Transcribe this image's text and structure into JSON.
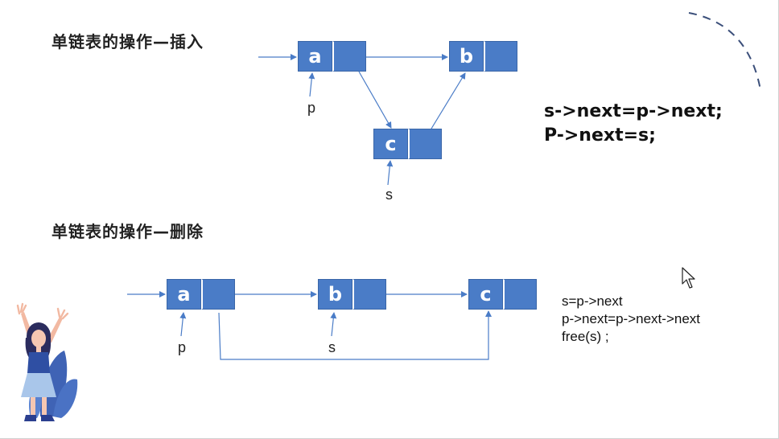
{
  "insert": {
    "title": "单链表的操作—插入",
    "nodes": {
      "a": "a",
      "b": "b",
      "c": "c"
    },
    "labels": {
      "p": "p",
      "s": "s"
    },
    "code": [
      "s->next=p->next;",
      "P->next=s;"
    ]
  },
  "delete": {
    "title": "单链表的操作—删除",
    "nodes": {
      "a": "a",
      "b": "b",
      "c": "c"
    },
    "labels": {
      "p": "p",
      "s": "s"
    },
    "code": [
      "s=p->next",
      "p->next=p->next->next",
      "free(s) ;"
    ]
  },
  "colors": {
    "node_fill": "#4a7cc7",
    "arrow": "#4a7cc7",
    "arc": "#3b4f7a"
  },
  "icons": [
    "mouse-cursor-icon",
    "cheering-woman-illustration"
  ]
}
